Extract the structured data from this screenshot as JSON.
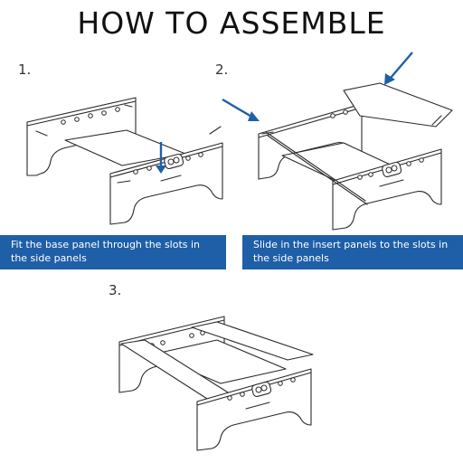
{
  "header": {
    "title": "HOW TO ASSEMBLE"
  },
  "steps": [
    {
      "number": "1.",
      "caption": "Fit the base panel through the slots in the side panels"
    },
    {
      "number": "2.",
      "caption": "Slide in the insert panels to the slots in the side panels"
    },
    {
      "number": "3.",
      "caption": ""
    }
  ],
  "colors": {
    "caption_bg": "#1f5fa8",
    "arrow": "#1f5fa8",
    "line": "#2b2b2b"
  },
  "icons": [
    "arrow-icon",
    "logo-badge-icon"
  ]
}
